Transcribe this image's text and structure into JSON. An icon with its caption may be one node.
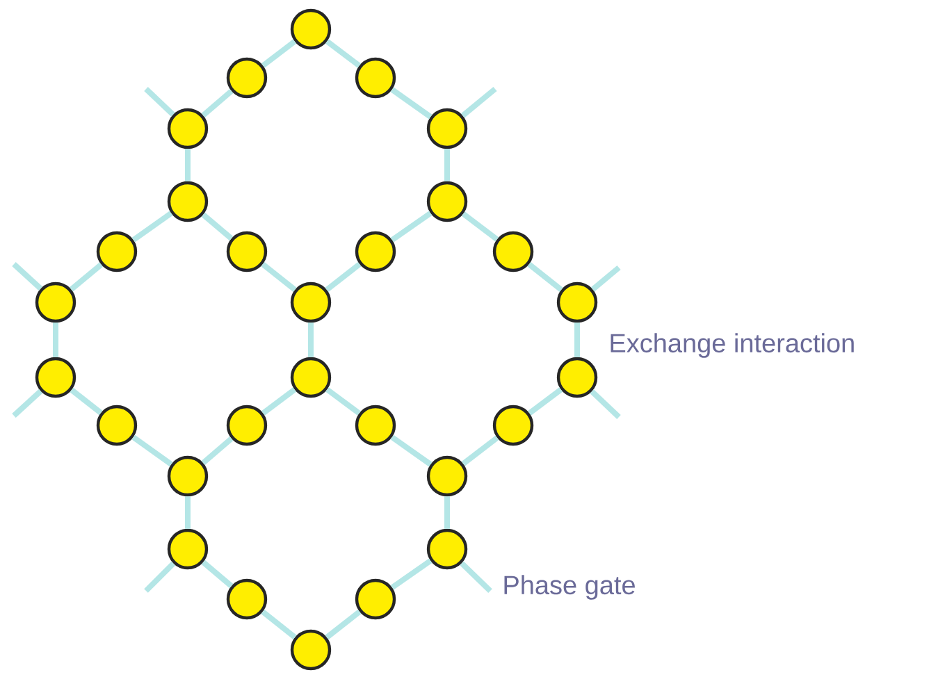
{
  "diagram": {
    "nodes": [
      {
        "text": [],
        "shape": "circle"
      },
      {
        "text": [],
        "shape": "circle"
      },
      {
        "text": [],
        "shape": "circle"
      },
      {
        "text": [],
        "shape": "circle"
      },
      {
        "text": [],
        "shape": "circle"
      },
      {
        "text": [],
        "shape": "circle"
      },
      {
        "text": [],
        "shape": "circle"
      },
      {
        "text": [],
        "shape": "circle"
      },
      {
        "text": [],
        "shape": "circle"
      },
      {
        "text": [],
        "shape": "circle"
      },
      {
        "text": [],
        "shape": "circle"
      },
      {
        "text": [],
        "shape": "circle"
      },
      {
        "text": [],
        "shape": "circle"
      },
      {
        "text": [],
        "shape": "circle"
      },
      {
        "text": [],
        "shape": "circle"
      },
      {
        "text": [],
        "shape": "circle"
      },
      {
        "text": [],
        "shape": "circle"
      },
      {
        "text": [],
        "shape": "circle"
      },
      {
        "text": [],
        "shape": "circle"
      },
      {
        "text": [],
        "shape": "circle"
      },
      {
        "text": [],
        "shape": "circle"
      },
      {
        "text": [],
        "shape": "circle"
      },
      {
        "text": [],
        "shape": "circle"
      },
      {
        "text": [],
        "shape": "circle"
      },
      {
        "text": [],
        "shape": "circle"
      },
      {
        "text": [],
        "shape": "circle"
      },
      {
        "text": [],
        "shape": "circle"
      },
      {
        "text": [],
        "shape": "circle"
      }
    ],
    "edges": [
      {
        "from": 0,
        "to": 1,
        "arrow": "none"
      },
      {
        "from": 0,
        "to": 2,
        "arrow": "none"
      },
      {
        "from": 1,
        "to": 3,
        "arrow": "none"
      },
      {
        "from": 2,
        "to": 4,
        "arrow": "none"
      },
      {
        "from": 3,
        "to": 5,
        "arrow": "none"
      },
      {
        "from": 4,
        "to": 6,
        "arrow": "none"
      },
      {
        "from": 5,
        "to": 7,
        "arrow": "none"
      },
      {
        "from": 5,
        "to": 8,
        "arrow": "none"
      },
      {
        "from": 6,
        "to": 9,
        "arrow": "none"
      },
      {
        "from": 6,
        "to": 10,
        "arrow": "none"
      },
      {
        "from": 7,
        "to": 11,
        "arrow": "none"
      },
      {
        "from": 8,
        "to": 12,
        "arrow": "none"
      },
      {
        "from": 9,
        "to": 12,
        "arrow": "none"
      },
      {
        "from": 10,
        "to": 13,
        "arrow": "none"
      },
      {
        "from": 11,
        "to": 14,
        "arrow": "none"
      },
      {
        "from": 12,
        "to": 15,
        "arrow": "none"
      },
      {
        "from": 13,
        "to": 16,
        "arrow": "none"
      },
      {
        "from": 14,
        "to": 17,
        "arrow": "none"
      },
      {
        "from": 15,
        "to": 18,
        "arrow": "none"
      },
      {
        "from": 15,
        "to": 19,
        "arrow": "none"
      },
      {
        "from": 16,
        "to": 20,
        "arrow": "none"
      },
      {
        "from": 17,
        "to": 21,
        "arrow": "none"
      },
      {
        "from": 18,
        "to": 21,
        "arrow": "none"
      },
      {
        "from": 19,
        "to": 22,
        "arrow": "none"
      },
      {
        "from": 20,
        "to": 22,
        "arrow": "none"
      },
      {
        "from": 21,
        "to": 23,
        "arrow": "none"
      },
      {
        "from": 22,
        "to": 24,
        "arrow": "none"
      },
      {
        "from": 23,
        "to": 25,
        "arrow": "none"
      },
      {
        "from": 24,
        "to": 26,
        "arrow": "none"
      },
      {
        "from": 25,
        "to": 27,
        "arrow": "none"
      },
      {
        "from": 26,
        "to": 27,
        "arrow": "none"
      },
      {
        "from": 3,
        "to": null,
        "arrow": "none"
      },
      {
        "from": 4,
        "to": null,
        "arrow": "none"
      },
      {
        "from": 11,
        "to": null,
        "arrow": "none"
      },
      {
        "from": 13,
        "to": null,
        "arrow": "none"
      },
      {
        "from": 14,
        "to": null,
        "arrow": "none"
      },
      {
        "from": 16,
        "to": null,
        "arrow": "none"
      },
      {
        "from": 23,
        "to": null,
        "arrow": "none"
      },
      {
        "from": 24,
        "to": null,
        "arrow": "none"
      }
    ],
    "labels": [
      "Exchange interaction",
      "Phase gate"
    ]
  }
}
